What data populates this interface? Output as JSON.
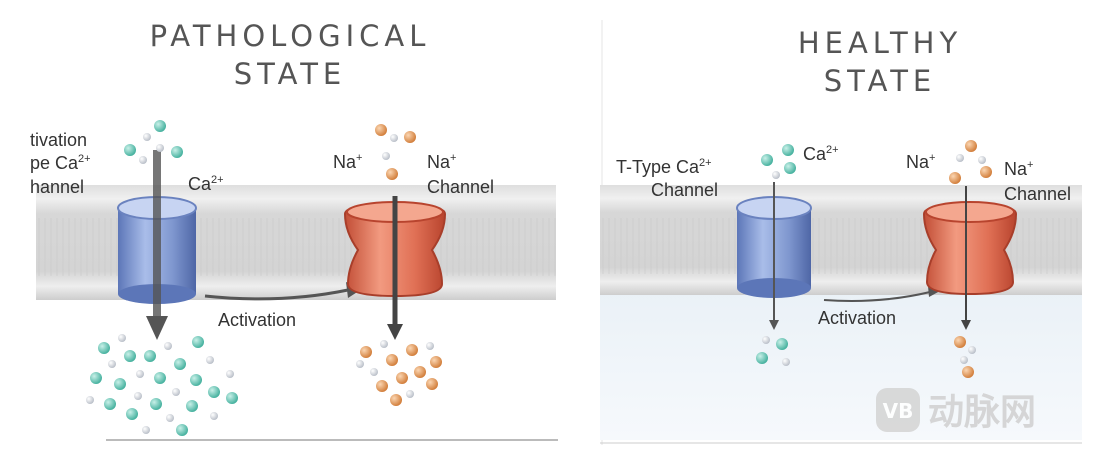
{
  "pathological": {
    "title_line1": "PATHOLOGICAL",
    "title_line2": "STATE",
    "t_channel_label_line1": "tivation",
    "t_channel_label_line2": "pe Ca",
    "t_channel_label_sup": "2+",
    "t_channel_label_line3": "hannel",
    "ca_label": "Ca",
    "ca_sup": "2+",
    "na_label": "Na",
    "na_sup": "+",
    "na_channel_line1": "Na",
    "na_channel_sup": "+",
    "na_channel_line2": "Channel",
    "activation": "Activation"
  },
  "healthy": {
    "title_line1": "HEALTHY",
    "title_line2": "STATE",
    "t_channel_line1": "T-Type Ca",
    "t_channel_sup": "2+",
    "t_channel_line2": "Channel",
    "ca_label": "Ca",
    "ca_sup": "2+",
    "na_label": "Na",
    "na_sup": "+",
    "na_channel_line1": "Na",
    "na_channel_sup": "+",
    "na_channel_line2": "Channel",
    "activation": "Activation"
  },
  "watermark": {
    "text": "动脉网",
    "logo_glyph": "VB"
  },
  "colors": {
    "calcium_channel": "#7f97cf",
    "sodium_channel": "#e07055",
    "calcium_ion": "#5fc6b3",
    "sodium_ion": "#e49a5c"
  }
}
